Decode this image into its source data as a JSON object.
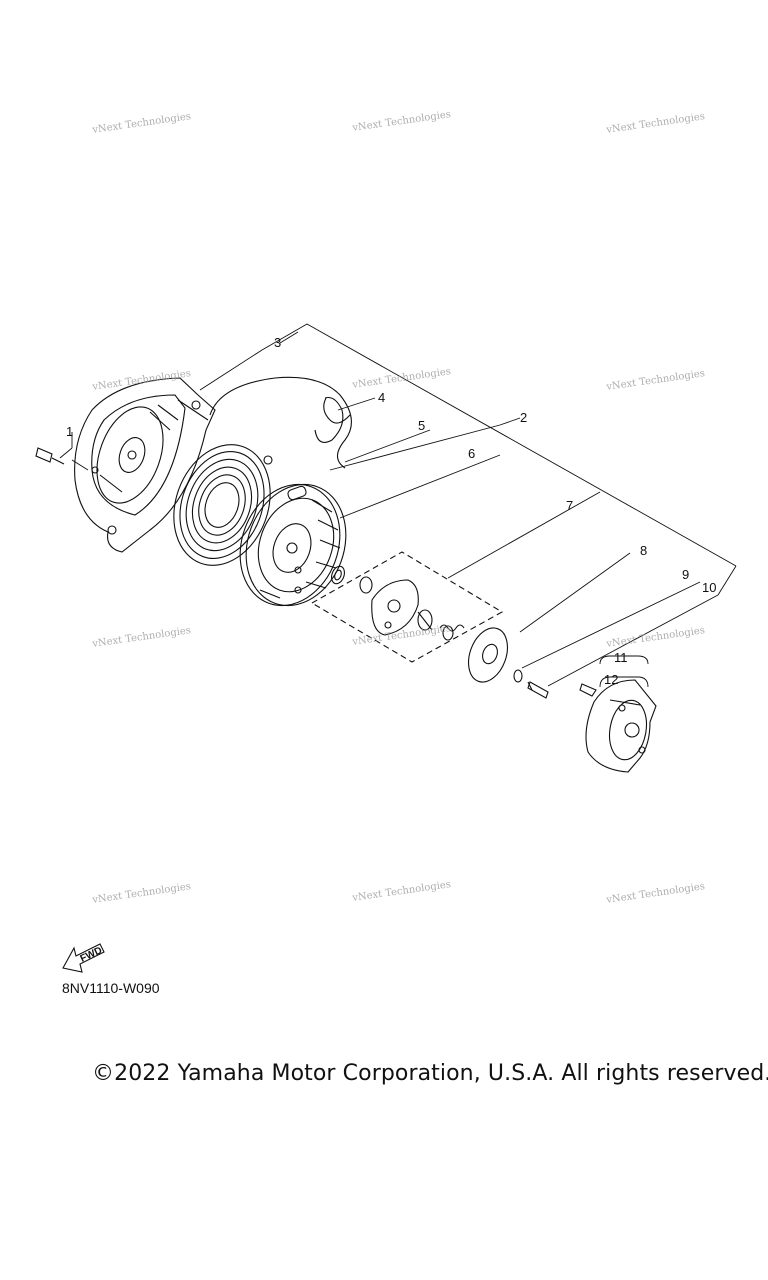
{
  "watermark": {
    "text": "vNext Technologies"
  },
  "callouts": {
    "n1": "1",
    "n2": "2",
    "n3": "3",
    "n4": "4",
    "n5": "5",
    "n6": "6",
    "n7": "7",
    "n8": "8",
    "n9": "9",
    "n10": "10",
    "n11": "11",
    "n12": "12"
  },
  "direction_arrow": {
    "label": "FWD"
  },
  "diagram_code": "8NV1110-W090",
  "copyright": "©2022 Yamaha Motor Corporation, U.S.A. All rights reserved."
}
